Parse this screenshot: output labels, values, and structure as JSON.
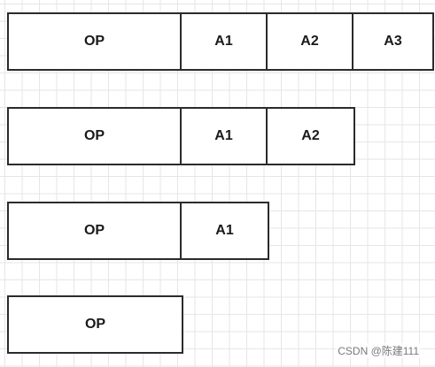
{
  "rows": [
    {
      "cells": [
        "OP",
        "A1",
        "A2",
        "A3"
      ]
    },
    {
      "cells": [
        "OP",
        "A1",
        "A2"
      ]
    },
    {
      "cells": [
        "OP",
        "A1"
      ]
    },
    {
      "cells": [
        "OP"
      ]
    }
  ],
  "watermark": "CSDN @陈建111",
  "colors": {
    "border": "#2b2b2b",
    "grid": "#e6e6e6",
    "background": "#ffffff"
  }
}
